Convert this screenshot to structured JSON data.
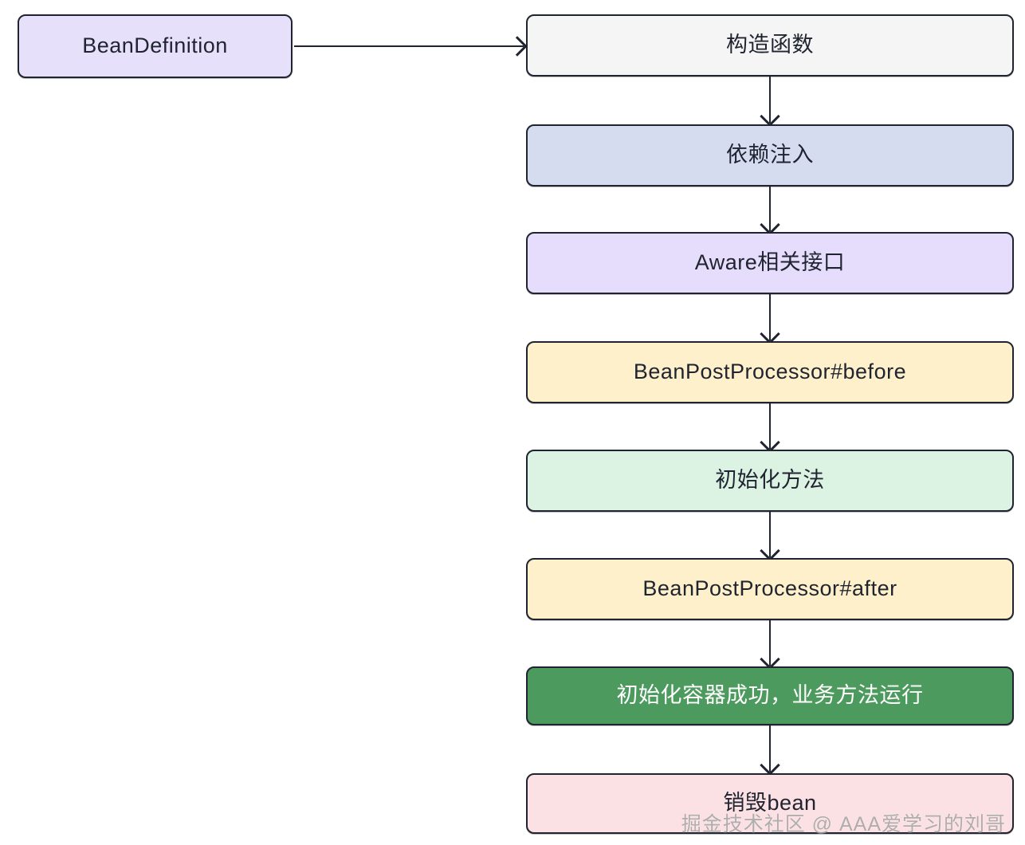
{
  "diagram": {
    "title": "Spring Bean Lifecycle Flowchart",
    "background": "#ffffff",
    "seed": {
      "label": "BeanDefinition",
      "fill": "#e6e0fa",
      "stroke": "#1f2430",
      "text_color": "#1f2430"
    },
    "lifecycle_nodes": [
      {
        "id": "constructor",
        "label": "构造函数",
        "fill": "#f5f5f5",
        "stroke": "#1f2430",
        "text_color": "#1f2430"
      },
      {
        "id": "di",
        "label": "依赖注入",
        "fill": "#d5dcf0",
        "stroke": "#1f2430",
        "text_color": "#1f2430"
      },
      {
        "id": "aware",
        "label": "Aware相关接口",
        "fill": "#e5ddfb",
        "stroke": "#1f2430",
        "text_color": "#1f2430"
      },
      {
        "id": "bpp-before",
        "label": "BeanPostProcessor#before",
        "fill": "#fdf0ca",
        "stroke": "#1f2430",
        "text_color": "#1f2430"
      },
      {
        "id": "init-method",
        "label": "初始化方法",
        "fill": "#dcf2e3",
        "stroke": "#1f2430",
        "text_color": "#1f2430"
      },
      {
        "id": "bpp-after",
        "label": "BeanPostProcessor#after",
        "fill": "#fdf0ca",
        "stroke": "#1f2430",
        "text_color": "#1f2430"
      },
      {
        "id": "container-ok",
        "label": "初始化容器成功，业务方法运行",
        "fill": "#4d9a5e",
        "stroke": "#1f2430",
        "text_color": "#ffffff"
      },
      {
        "id": "destroy",
        "label": "销毁bean",
        "fill": "#fce1e4",
        "stroke": "#1f2430",
        "text_color": "#1f2430"
      }
    ],
    "connectors": {
      "horizontal_count": 1,
      "vertical_count": 7,
      "color": "#1f2430",
      "arrowhead": "open-v"
    },
    "watermark": {
      "text": "掘金技术社区 @ AAA爱学习的刘哥"
    }
  }
}
